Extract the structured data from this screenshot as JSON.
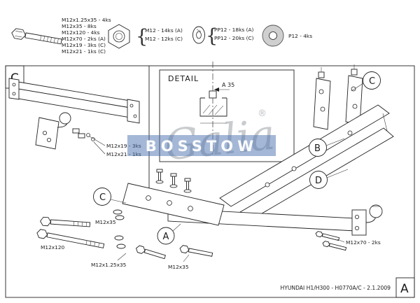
{
  "sheet": {
    "zone_top_left": "C",
    "zone_bottom_right": "A",
    "title_block": "HYUNDAI H1/H300 - H0770A/C - 2.1.2009"
  },
  "parts_legend": {
    "brace": "{",
    "bolts": [
      "M12x1.25x35 - 4ks",
      "M12x35 - 8ks",
      "M12x120 - 4ks",
      "M12x70 - 2ks (A)",
      "M12x19 - 3ks (C)",
      "M12x21 - 1ks (C)"
    ],
    "nuts": [
      "M12 - 14ks (A)",
      "M12 - 12ks (C)"
    ],
    "spring_washers": [
      "PP12 - 18ks (A)",
      "PP12 - 20ks (C)"
    ],
    "flat_washers": "P12 - 4ks"
  },
  "detail_view": {
    "title": "DETAIL",
    "dimension": "A 35"
  },
  "callouts": {
    "a": "A",
    "b": "B",
    "c": "C",
    "d": "D"
  },
  "annotations": {
    "crossbar_bolt_1": "M12x19 - 3ks",
    "crossbar_bolt_2": "M12x21 - 1ks",
    "bolt_m12x35_left": "M12x35",
    "bolt_m12x120": "M12x120",
    "bolt_m12x125x35": "M12x1.25x35",
    "bolt_m12x35_center": "M12x35",
    "bolt_m12x70": "M12x70 - 2ks"
  },
  "watermark": {
    "brand": "Galia",
    "registered": "®",
    "band_text": "BOSSTOW"
  }
}
